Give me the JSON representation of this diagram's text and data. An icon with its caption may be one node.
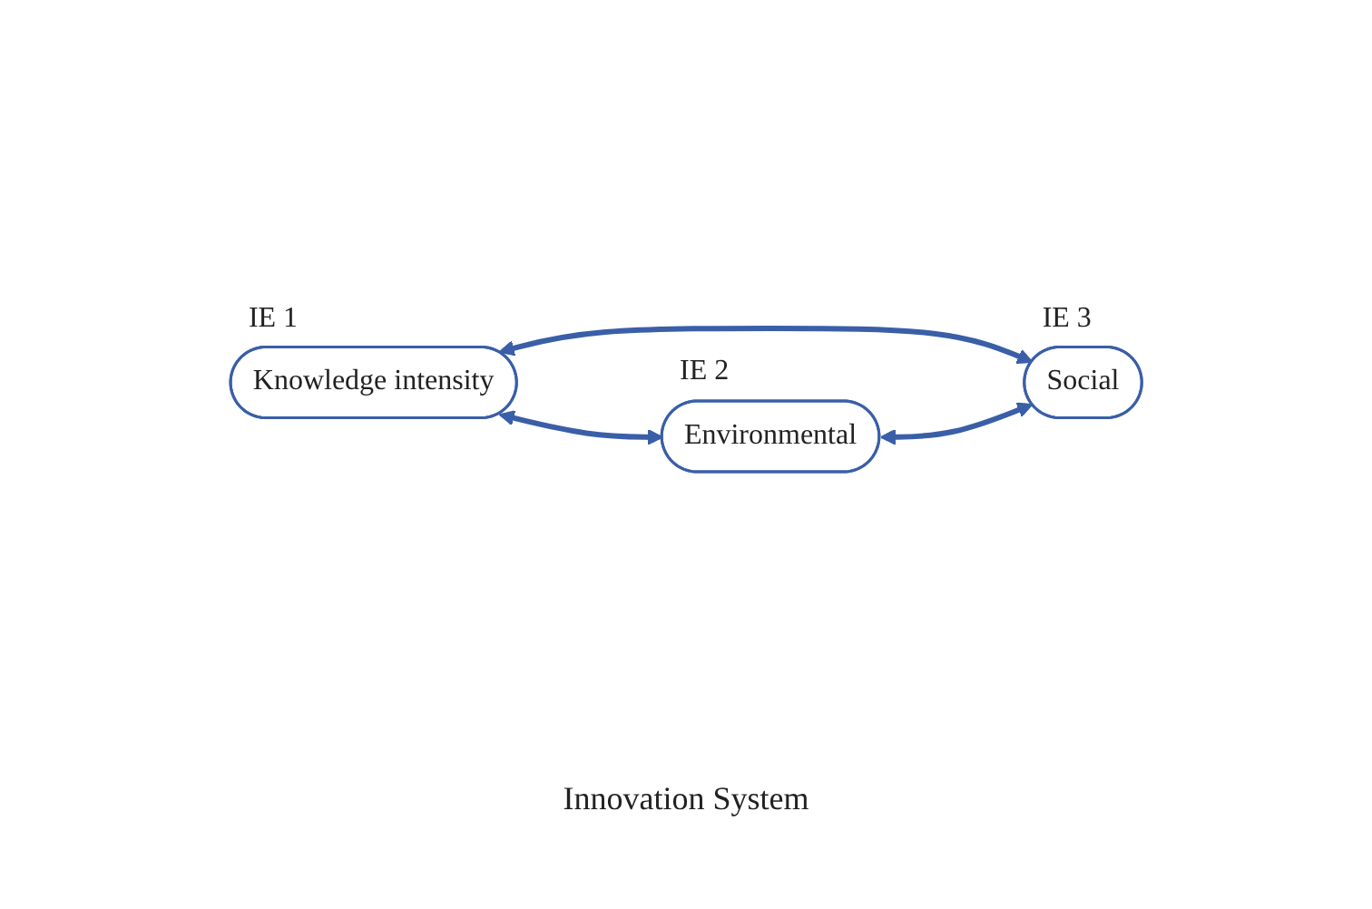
{
  "diagram": {
    "nodes": [
      {
        "text": [
          "Knowledge intensity"
        ],
        "beside": [
          "IE 1"
        ]
      },
      {
        "text": [
          "Environmental"
        ],
        "beside": [
          "IE 2"
        ]
      },
      {
        "text": [
          "Social"
        ],
        "beside": [
          "IE 3"
        ]
      }
    ],
    "edges": [
      {
        "from": 0,
        "to": 1,
        "arrow": "both"
      },
      {
        "from": 0,
        "to": 2,
        "arrow": "both"
      },
      {
        "from": 1,
        "to": 2,
        "arrow": "both"
      }
    ],
    "labels": [
      "Innovation System"
    ]
  }
}
